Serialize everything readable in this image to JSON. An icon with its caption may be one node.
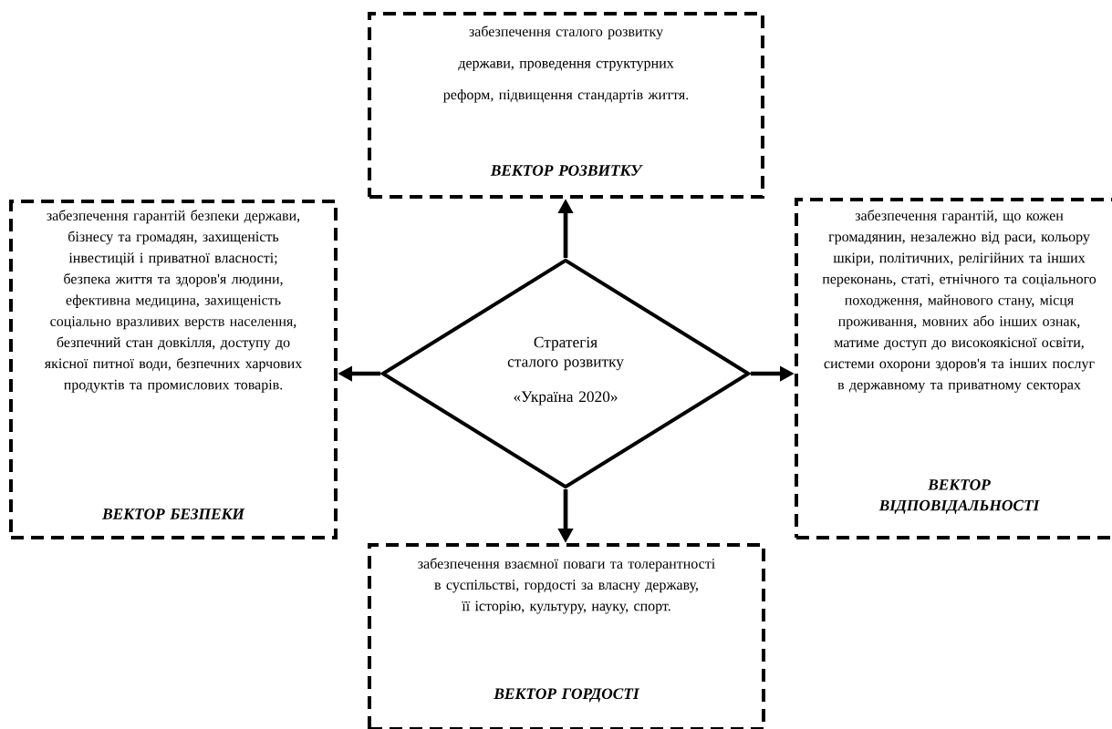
{
  "diagram": {
    "nodes": [
      {
        "text": [
          "Стратегія сталого розвитку",
          "«Україна 2020»"
        ]
      },
      {
        "text": [
          "забезпечення сталого розвитку держави, проведення структурних реформ, підвищення стандартів життя.",
          "ВЕКТОР РОЗВИТКУ"
        ]
      },
      {
        "text": [
          "забезпечення гарантій безпеки держави, бізнесу та громадян, захищеність інвестицій і приватної власності; безпека життя та здоров'я людини, ефективна медицина, захищеність соціально вразливих верств населення, безпечний стан довкілля, доступу до якісної питної води, безпечних харчових продуктів та промислових товарів.",
          "ВЕКТОР БЕЗПЕКИ"
        ]
      },
      {
        "text": [
          "забезпечення гарантій, що кожен громадянин, незалежно від раси, кольору шкіри, політичних, релігійних та інших переконань, статі, етнічного та соціального походження, майнового стану, місця проживання, мовних або інших ознак, матиме доступ до високоякісної освіти, системи охорони здоров'я та інших послуг в державному та приватному секторах",
          "ВЕКТОР ВІДПОВІДАЛЬНОСТІ"
        ]
      },
      {
        "text": [
          "забезпечення взаємної поваги та толерантності в суспільстві, гордості за власну державу, її історію, культуру, науку, спорт.",
          "ВЕКТОР ГОРДОСТІ"
        ]
      }
    ],
    "edges": [
      {
        "from": 0,
        "to": 1,
        "arrow": "to"
      },
      {
        "from": 0,
        "to": 2,
        "arrow": "to"
      },
      {
        "from": 0,
        "to": 3,
        "arrow": "to"
      },
      {
        "from": 0,
        "to": 4,
        "arrow": "to"
      }
    ]
  }
}
